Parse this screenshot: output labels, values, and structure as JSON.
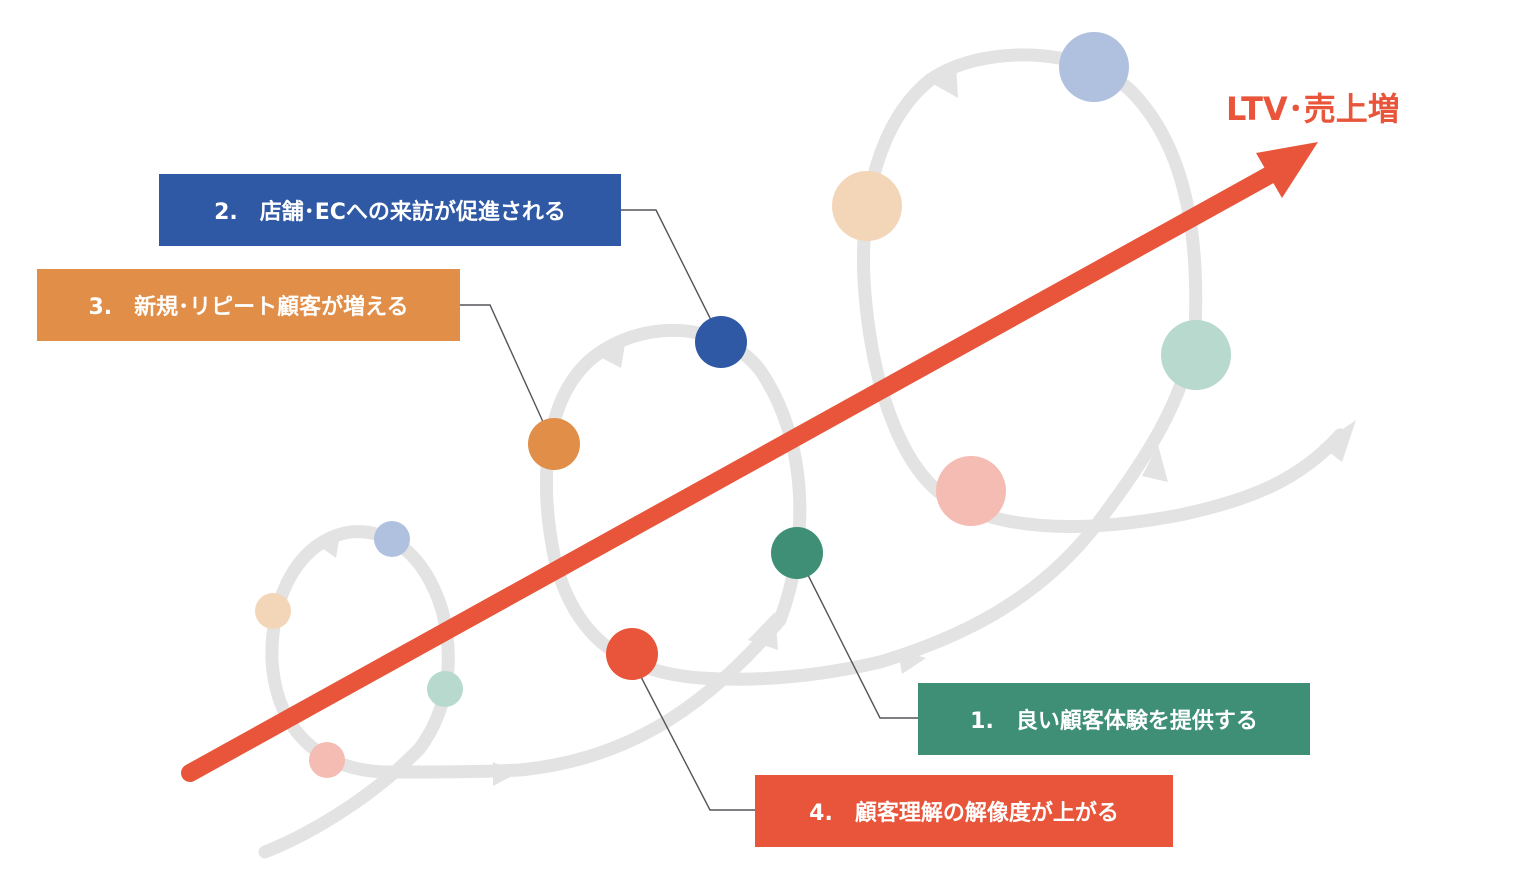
{
  "goal": {
    "label": "LTV･売上増",
    "color": "#e8553a"
  },
  "steps": [
    {
      "label": "1.　良い顧客体験を提供する",
      "color": "#3e8f76"
    },
    {
      "label": "2.　店舗･ECへの来訪が促進される",
      "color": "#2f58a5"
    },
    {
      "label": "3.　新規･リピート顧客が増える",
      "color": "#e08e48"
    },
    {
      "label": "4.　顧客理解の解像度が上がる",
      "color": "#e8553a"
    }
  ],
  "colors": {
    "trend_arrow": "#e8553a",
    "loop_path": "#e3e3e3",
    "connector": "#55555a",
    "faded_blue": "#b0c1df",
    "faded_orange": "#f3d6b8",
    "faded_teal": "#b7d9ce",
    "faded_pink": "#f5bcb3"
  }
}
